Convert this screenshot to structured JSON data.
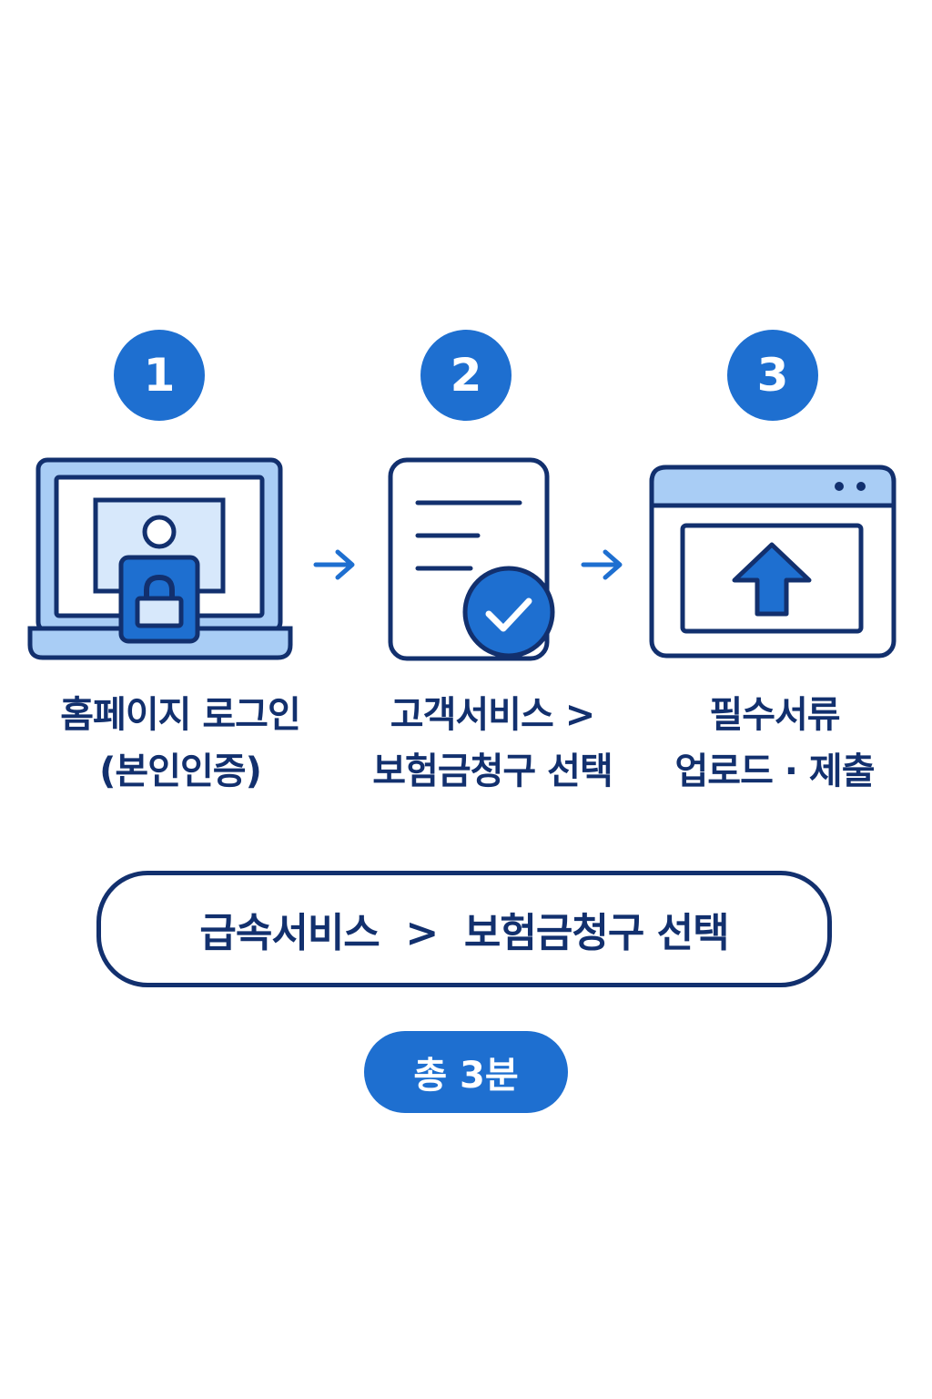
{
  "steps": [
    {
      "number": "1",
      "line1": "홈페이지 로그인",
      "line2": "(본인인증)"
    },
    {
      "number": "2",
      "line1": "고객서비스 >",
      "line2": "보험금청구 선택"
    },
    {
      "number": "3",
      "line1": "필수서류",
      "line2": "업로드 · 제출"
    }
  ],
  "path": "급속서비스  >  보험금청구 선택",
  "total": "총 3분",
  "icons": [
    "laptop-lock-icon",
    "document-check-icon",
    "browser-upload-icon",
    "arrow-right-icon"
  ],
  "colors": {
    "accent": "#1e6fd0",
    "navy": "#12306e",
    "light": "#a9cdf5",
    "pale": "#d7e8fb"
  }
}
